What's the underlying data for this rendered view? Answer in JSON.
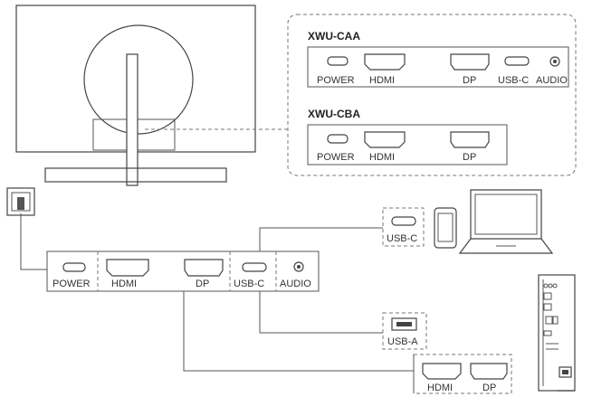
{
  "variants": [
    {
      "model": "XWU-CAA",
      "ports": [
        "POWER",
        "HDMI",
        "DP",
        "USB-C",
        "AUDIO"
      ]
    },
    {
      "model": "XWU-CBA",
      "ports": [
        "POWER",
        "HDMI",
        "DP"
      ]
    }
  ],
  "main_panel": {
    "ports": [
      "POWER",
      "HDMI",
      "DP",
      "USB-C",
      "AUDIO"
    ]
  },
  "devices": {
    "phone_port": "USB-C",
    "usb_a_port": "USB-A",
    "pc_hdmi": "HDMI",
    "pc_dp": "DP"
  },
  "icons": [
    "monitor-icon",
    "wall-outlet-icon",
    "phone-icon",
    "laptop-icon",
    "desktop-pc-icon"
  ]
}
